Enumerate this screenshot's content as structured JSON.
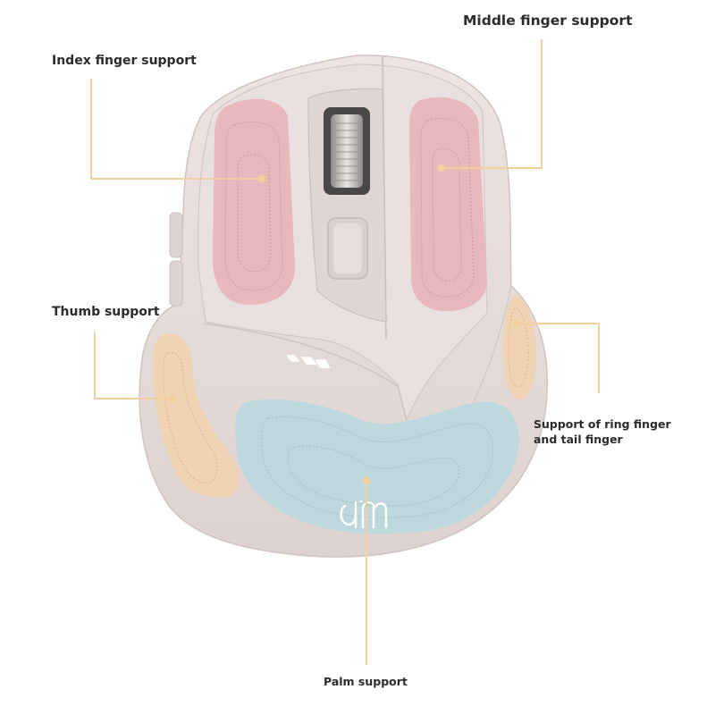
{
  "labels": {
    "middle_finger": "Middle finger support",
    "index_finger": "Index finger support",
    "thumb": "Thumb support",
    "ring_tail_line1": "Support of ring finger",
    "ring_tail_line2": "and tail finger",
    "palm": "Palm support"
  },
  "colors": {
    "leader_line": "#f2cf9c",
    "body": "#e7dedc",
    "body_shade": "#d8cdcb",
    "finger_pad": "#e8b8bd",
    "thumb_pad": "#efd3b4",
    "palm_pad": "#bcd8dc",
    "lights": "#ffffff"
  },
  "icons": {
    "logo": "inphic-logo",
    "scroll": "scroll-wheel-icon",
    "dpi": "dpi-button-icon"
  }
}
